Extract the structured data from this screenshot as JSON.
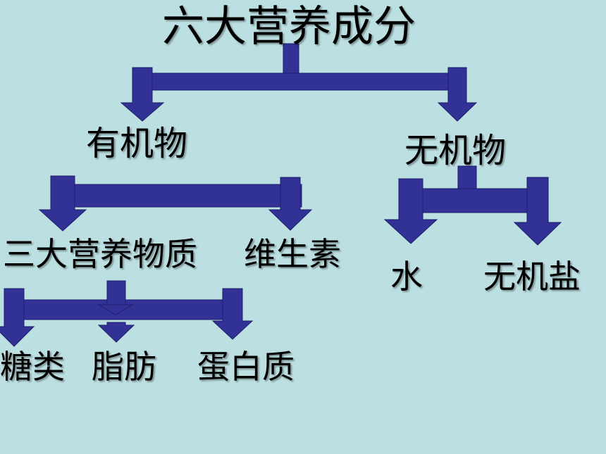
{
  "colors": {
    "background": "#bcdfe2",
    "arrow": "#323296",
    "arrow_stroke": "#1e1e6e"
  },
  "title": "六大营养成分",
  "nodes": {
    "organic": "有机物",
    "inorganic": "无机物",
    "macronutrients": "三大营养物质",
    "vitamins": "维生素",
    "water": "水",
    "minerals": "无机盐",
    "carbohydrates": "糖类",
    "fats": "脂肪",
    "proteins": "蛋白质"
  }
}
